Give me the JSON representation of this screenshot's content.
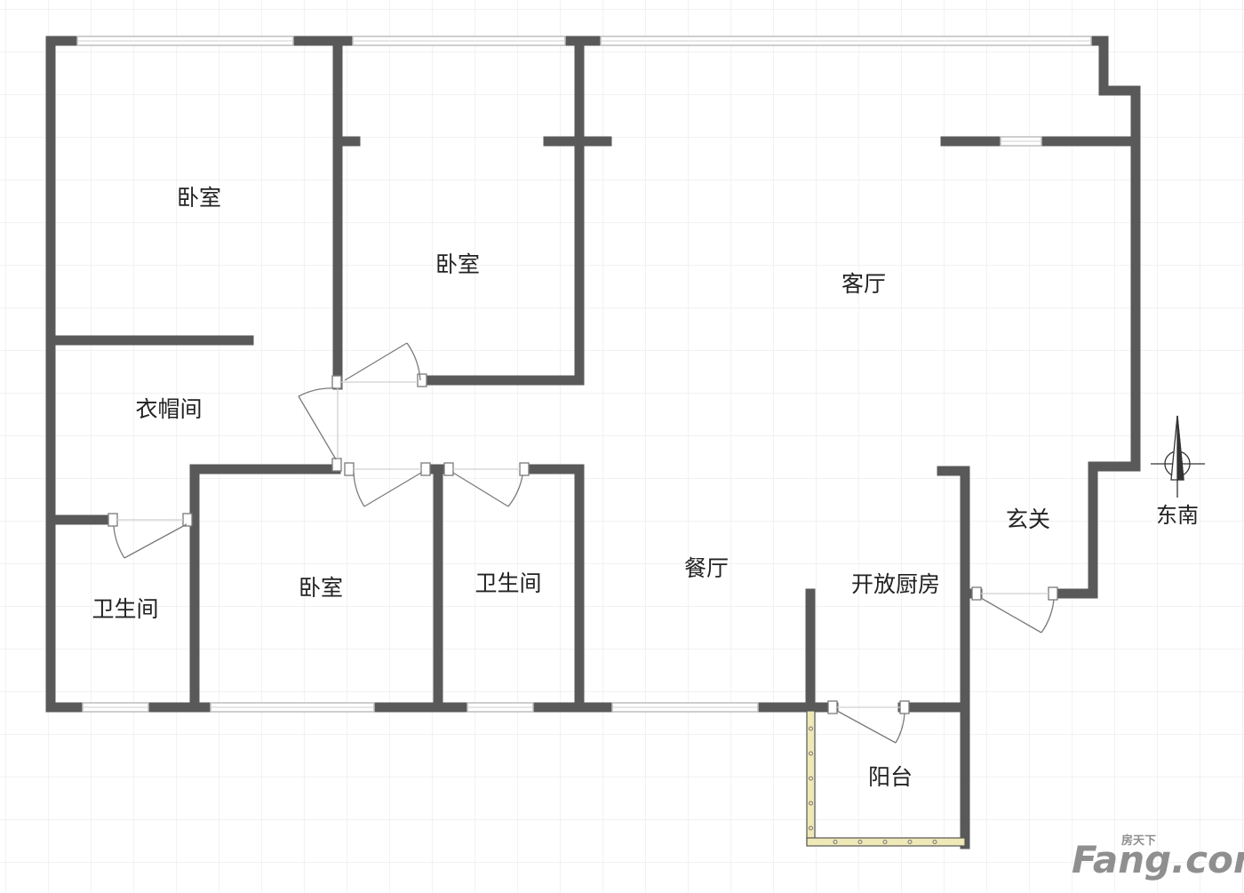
{
  "rooms": {
    "bedroom_top_left": "卧室",
    "bedroom_top_middle": "卧室",
    "living_room": "客厅",
    "cloakroom": "衣帽间",
    "bathroom_left": "卫生间",
    "bedroom_bottom": "卧室",
    "bathroom_middle": "卫生间",
    "dining_room": "餐厅",
    "open_kitchen": "开放厨房",
    "entrance": "玄关",
    "balcony": "阳台"
  },
  "compass": {
    "label": "东南",
    "icon": "compass-arrow-icon"
  },
  "watermark": {
    "brand": "Fang.com",
    "tag": "房天下"
  },
  "colors": {
    "grid": "#e6e6e6",
    "wall": "#595959",
    "window": "#c9c9c9",
    "door": "#7a7a7a",
    "balcony_rail": "#efe9b8",
    "text": "#222222"
  }
}
